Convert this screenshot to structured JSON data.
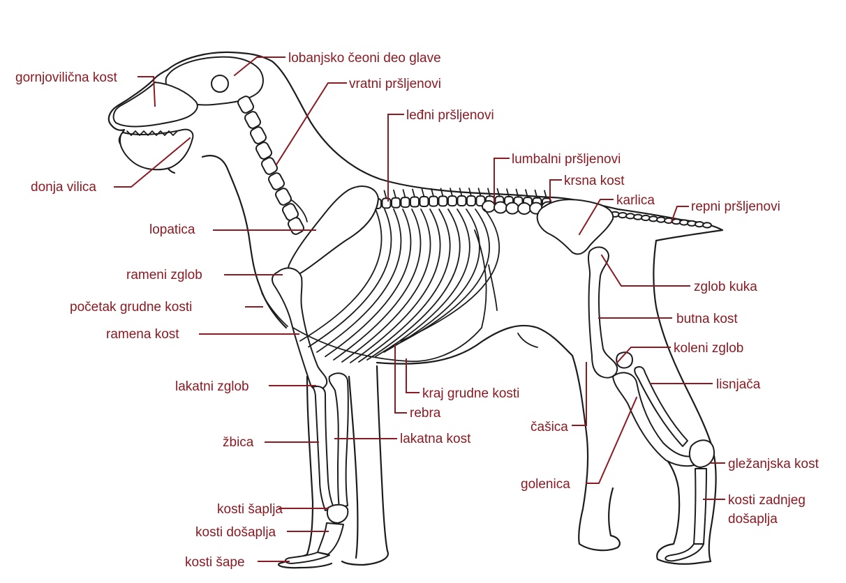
{
  "colors": {
    "label": "#8b1a22",
    "line": "#1c1c1c",
    "background": "#ffffff"
  },
  "labels": {
    "gornjovilicna_kost": "gornjovilična kost",
    "lobanjsko_ceoni": "lobanjsko čeoni deo glave",
    "vratni_prsljenovi": "vratni pršljenovi",
    "ledni_prsljenovi": "leđni pršljenovi",
    "lumbalni_prsljenovi": "lumbalni pršljenovi",
    "krsna_kost": "krsna kost",
    "karlica": "karlica",
    "repni_prsljenovi": "repni pršljenovi",
    "donja_vilica": "donja vilica",
    "lopatica": "lopatica",
    "rameni_zglob": "rameni zglob",
    "pocetak_grudne_kosti": "početak grudne kosti",
    "ramena_kost": "ramena kost",
    "lakatni_zglob": "lakatni zglob",
    "zbica": "žbica",
    "lakatna_kost": "lakatna kost",
    "kraj_grudne_kosti": "kraj grudne kosti",
    "rebra": "rebra",
    "kosti_saplja": "kosti šaplja",
    "kosti_dosaplja": "kosti došaplja",
    "kosti_sape": "kosti šape",
    "zglob_kuka": "zglob kuka",
    "butna_kost": "butna kost",
    "koleni_zglob": "koleni zglob",
    "lisnjaca": "lisnjača",
    "casica": "čašica",
    "golenica": "golenica",
    "glezanjska_kost": "gležanjska kost",
    "kosti_zadnjeg_dosaplja_1": "kosti zadnjeg",
    "kosti_zadnjeg_dosaplja_2": "došaplja"
  }
}
